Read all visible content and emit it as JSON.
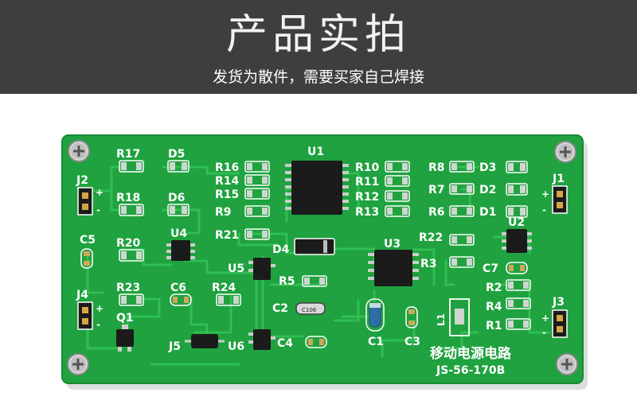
{
  "banner": {
    "title": "产品实拍",
    "subtitle": "发货为散件，需要买家自己焊接"
  },
  "colors": {
    "banner_bg": "#3e3e3e",
    "pcb_green": "#1fa23f",
    "trace_green": "#2bb84b",
    "silk": "#ffffff"
  },
  "board": {
    "name_cn": "移动电源电路",
    "model": "JS-56-170B",
    "labels": {
      "R17": "R17",
      "D5": "D5",
      "J2": "J2",
      "R18": "R18",
      "D6": "D6",
      "C5": "C5",
      "R20": "R20",
      "U4": "U4",
      "R23": "R23",
      "C6": "C6",
      "R24": "R24",
      "J4": "J4",
      "Q1": "Q1",
      "J5": "J5",
      "U6": "U6",
      "U5": "U5",
      "R16": "R16",
      "R14": "R14",
      "R15": "R15",
      "R9": "R9",
      "R21": "R21",
      "U1": "U1",
      "D4": "D4",
      "R5": "R5",
      "C2": "C2",
      "C4": "C4",
      "R10": "R10",
      "R11": "R11",
      "R12": "R12",
      "R13": "R13",
      "U3": "U3",
      "R3": "R3",
      "C1": "C1",
      "C3": "C3",
      "R8": "R8",
      "R7": "R7",
      "R6": "R6",
      "D3": "D3",
      "D2": "D2",
      "D1": "D1",
      "J1": "J1",
      "R22": "R22",
      "U2": "U2",
      "C7": "C7",
      "R2": "R2",
      "R4": "R4",
      "R1": "R1",
      "J3": "J3",
      "L1": "L1",
      "plus": "+",
      "minus": "-"
    }
  }
}
